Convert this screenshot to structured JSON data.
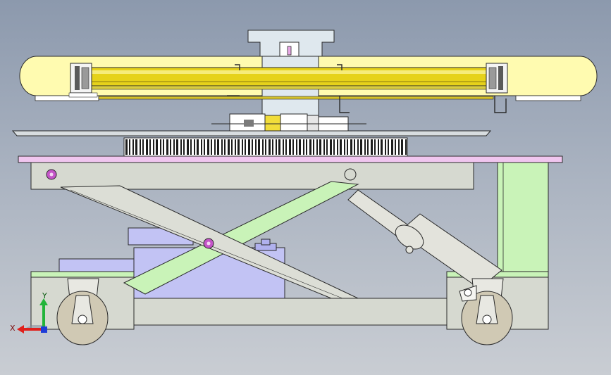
{
  "axis_triad": {
    "x_label": "X",
    "y_label": "Y",
    "x_color": "#e0201c",
    "y_color": "#23b43a",
    "z_color": "#1f3cd8"
  },
  "palette": {
    "background_top": "#8c99ad",
    "background_bottom": "#c9cdd3",
    "conveyor_belt": "#fffbb0",
    "roller": "#e6d21a",
    "platform_top": "#f0c6ef",
    "frame_grey": "#d6d9d0",
    "scissor_arm_green": "#c9f3b8",
    "scissor_arm_grey": "#dcded6",
    "motor_blue": "#c2c3f4",
    "column_green": "#c9f3b8",
    "pivot_pin": "#c455c8",
    "cylinder": "#e3e3dc",
    "caster_wheel": "#d0c9b4",
    "pedestal_blue": "#dfe8ee"
  },
  "components": [
    "conveyor-belt",
    "drive-roller",
    "turntable-gear",
    "top-platform",
    "scissor-arms",
    "hydraulic-cylinder",
    "drive-motor",
    "base-frame",
    "caster-wheels"
  ]
}
